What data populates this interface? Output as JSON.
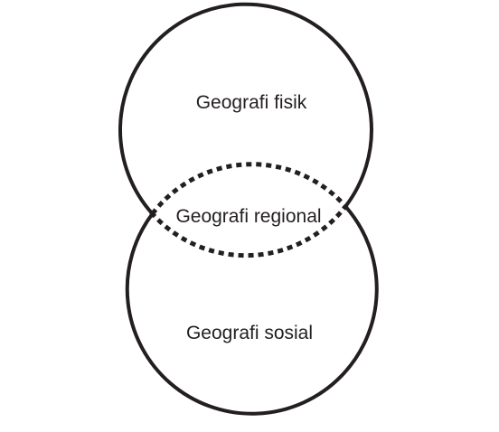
{
  "diagram": {
    "type": "venn",
    "circles": [
      {
        "id": "top",
        "label": "Geografi fisik"
      },
      {
        "id": "bottom",
        "label": "Geografi sosial"
      }
    ],
    "intersection": {
      "label": "Geografi regional",
      "border": "dotted"
    },
    "colors": {
      "stroke": "#231f20",
      "text": "#231f20",
      "background": "#ffffff"
    }
  }
}
